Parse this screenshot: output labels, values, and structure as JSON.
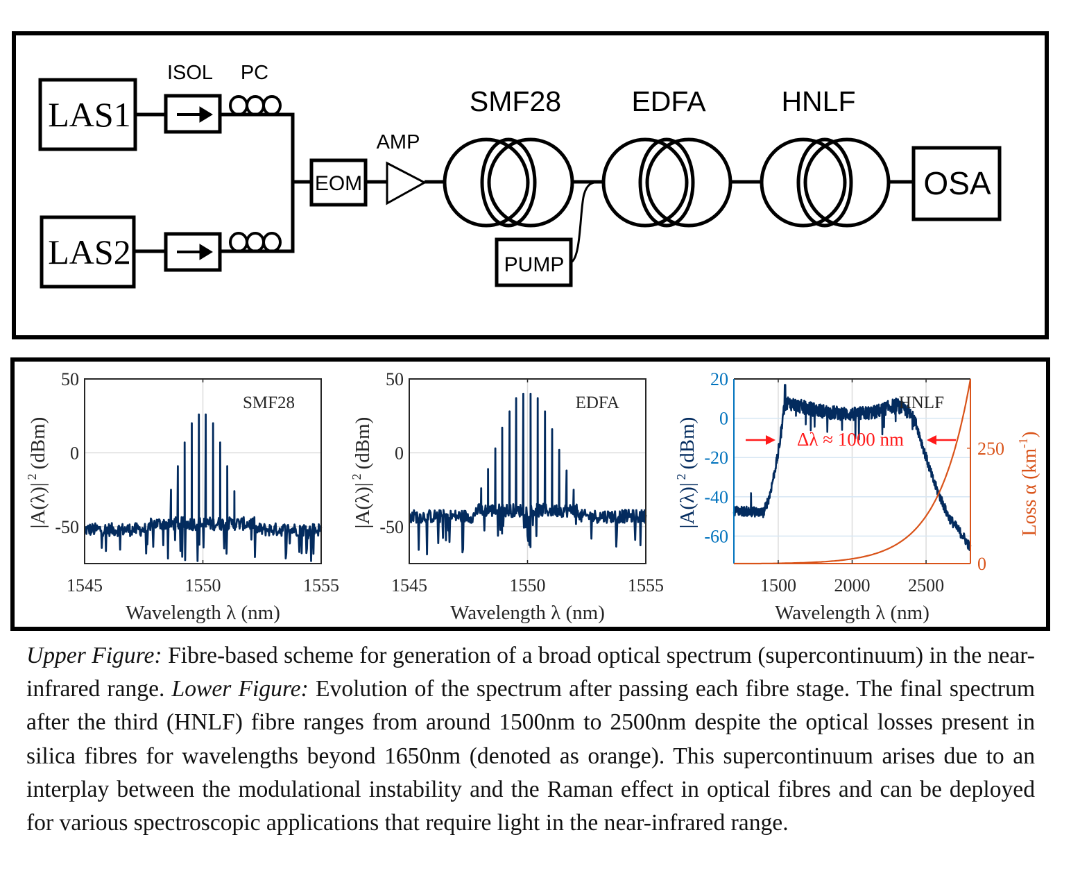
{
  "diagram": {
    "components": {
      "las1": "LAS1",
      "las2": "LAS2",
      "isol": "ISOL",
      "pc": "PC",
      "eom": "EOM",
      "amp": "AMP",
      "smf28": "SMF28",
      "edfa": "EDFA",
      "hnlf": "HNLF",
      "pump": "PUMP",
      "osa": "OSA"
    }
  },
  "colors": {
    "trace": "#032b5e",
    "left_axis": "#0072BD",
    "loss": "#D95319",
    "annotation": "#ff1a1a",
    "grid": "#dcdcdc"
  },
  "chart_data": [
    {
      "type": "line",
      "title": "SMF28",
      "xlabel": "Wavelength λ (nm)",
      "ylabel": {
        "main": "|A(λ)|",
        "sup": "2",
        "unit": "(dBm)"
      },
      "xlim": [
        1545,
        1555
      ],
      "ylim": [
        -75,
        50
      ],
      "xticks": [
        "1545",
        "1550",
        "1555"
      ],
      "yticks": [
        "50",
        "0",
        "-50"
      ],
      "grid": true,
      "noise_floor_dBm": -52,
      "peaks": {
        "x": [
          1548.65,
          1548.94,
          1549.23,
          1549.53,
          1549.83,
          1550.12,
          1550.43,
          1550.73,
          1551.03,
          1551.33
        ],
        "y": [
          -25,
          -9,
          7,
          20,
          26,
          26,
          20,
          7,
          -9,
          -26
        ]
      }
    },
    {
      "type": "line",
      "title": "EDFA",
      "xlabel": "Wavelength λ (nm)",
      "ylabel": {
        "main": "|A(λ)|",
        "sup": "2",
        "unit": "(dBm)"
      },
      "xlim": [
        1545,
        1555
      ],
      "ylim": [
        -75,
        50
      ],
      "xticks": [
        "1545",
        "1550",
        "1555"
      ],
      "yticks": [
        "50",
        "0",
        "-50"
      ],
      "grid": true,
      "noise_floor_dBm": -43,
      "peaks": {
        "x": [
          1548.04,
          1548.33,
          1548.64,
          1548.93,
          1549.24,
          1549.52,
          1549.82,
          1550.13,
          1550.43,
          1550.74,
          1551.04,
          1551.34,
          1551.65,
          1551.95
        ],
        "y": [
          -24,
          -11,
          3,
          17,
          28,
          37,
          40,
          40,
          37,
          28,
          16,
          2,
          -12,
          -25
        ]
      }
    },
    {
      "type": "line",
      "title": "HNLF",
      "xlabel": "Wavelength λ (nm)",
      "ylabel": {
        "main": "|A(λ)|",
        "sup": "2",
        "unit": "(dBm)"
      },
      "ylabel_right": {
        "main": "Loss α (km",
        "sup": "-1",
        "unit": ")"
      },
      "xlim": [
        1200,
        2800
      ],
      "ylim": [
        -74,
        20
      ],
      "ylim_right": [
        0,
        400
      ],
      "xticks": [
        "1500",
        "2000",
        "2500"
      ],
      "yticks": [
        "20",
        "0",
        "-20",
        "-40",
        "-60"
      ],
      "yticks_right": [
        "250",
        "0"
      ],
      "grid": true,
      "annotation": "Δλ ≈ 1000 nm",
      "spectrum_envelope": {
        "x": [
          1200,
          1400,
          1440,
          1500,
          1540,
          1560,
          1700,
          1850,
          2000,
          2150,
          2300,
          2380,
          2430,
          2480,
          2550,
          2650,
          2750,
          2800
        ],
        "y": [
          -47,
          -48,
          -40,
          -18,
          5,
          8,
          5,
          3,
          2,
          3,
          7,
          3,
          -2,
          -15,
          -32,
          -50,
          -60,
          -66
        ]
      },
      "loss_curve": {
        "x": [
          1500,
          1700,
          2000,
          2200,
          2500,
          2650,
          2800
        ],
        "y": [
          1,
          3,
          11,
          27,
          104,
          204,
          400
        ]
      }
    }
  ],
  "caption": [
    {
      "text": "Upper Figure:",
      "italic": true
    },
    {
      "text": " Fibre-based scheme for generation of a broad optical spectrum (supercontinuum) in the near-infrared range. ",
      "italic": false
    },
    {
      "text": "Lower Figure:",
      "italic": true
    },
    {
      "text": " Evolution of the spectrum after passing each fibre stage. The final spectrum after the third (HNLF) fibre ranges from around 1500nm to 2500nm despite the optical losses present in silica fibres for wavelengths beyond 1650nm (denoted as orange). This supercontinuum arises due to an interplay between the modulational instability and the Raman effect in optical fibres and can be deployed for various spectroscopic applications that require light in the near-infrared range.",
      "italic": false
    }
  ]
}
